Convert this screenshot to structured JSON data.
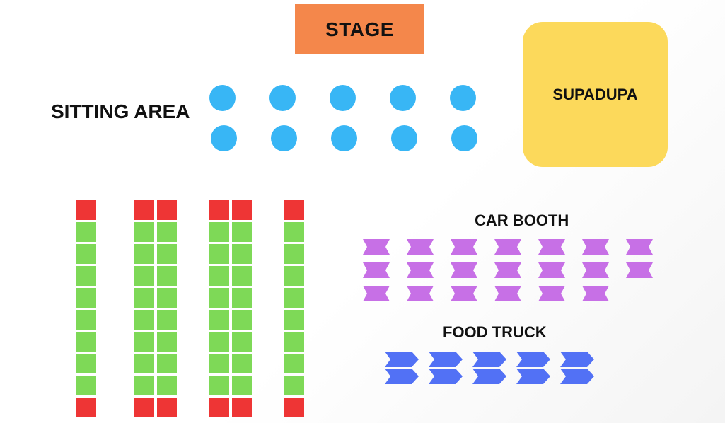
{
  "stage": {
    "label": "STAGE",
    "color": "#f4874b"
  },
  "sitting_area": {
    "label": "SITTING AREA",
    "seat_color": "#38b6f5",
    "rows": 2,
    "seats_per_row": 5
  },
  "vip": {
    "label": "SUPADUPA",
    "color": "#fcd95b"
  },
  "stalls": {
    "end_color": "#ee3535",
    "middle_color": "#7ed957",
    "columns": 6,
    "middle_per_column": 8
  },
  "car_booth": {
    "label": "CAR BOOTH",
    "color": "#c770e6",
    "rows": [
      7,
      7,
      6
    ]
  },
  "food_truck": {
    "label": "FOOD TRUCK",
    "color": "#5271f5",
    "rows": [
      5,
      5
    ]
  }
}
